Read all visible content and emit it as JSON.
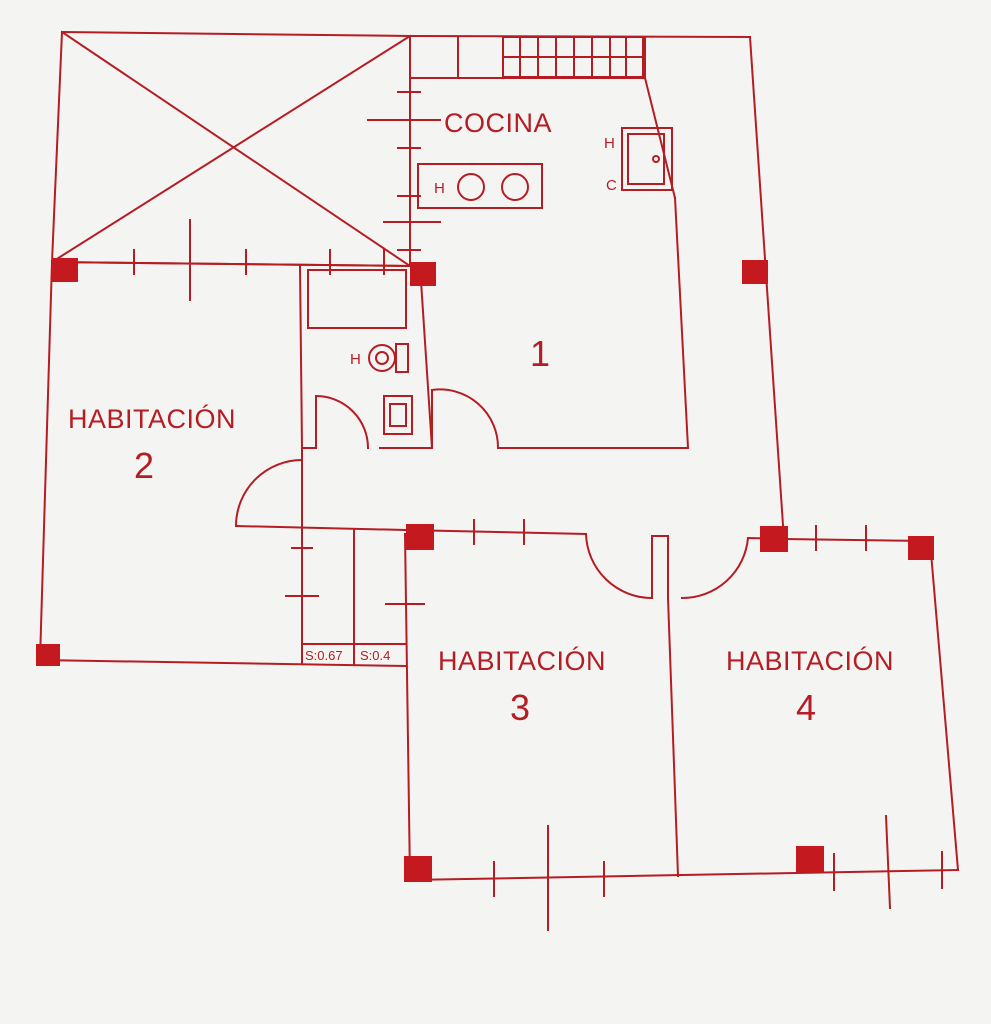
{
  "plan": {
    "color": "#b51d23",
    "fill": "#c41a1f",
    "rooms": {
      "cocina": {
        "name": "COCINA",
        "number": "1"
      },
      "room2": {
        "name": "HABITACIÓN",
        "number": "2"
      },
      "room3": {
        "name": "HABITACIÓN",
        "number": "3"
      },
      "room4": {
        "name": "HABITACIÓN",
        "number": "4"
      }
    },
    "fixtures": {
      "stove_label": "H",
      "sink_hot": "H",
      "sink_cold": "C",
      "bath_label": "H"
    },
    "surfaces": [
      "S:0.67",
      "S:0.4"
    ]
  }
}
